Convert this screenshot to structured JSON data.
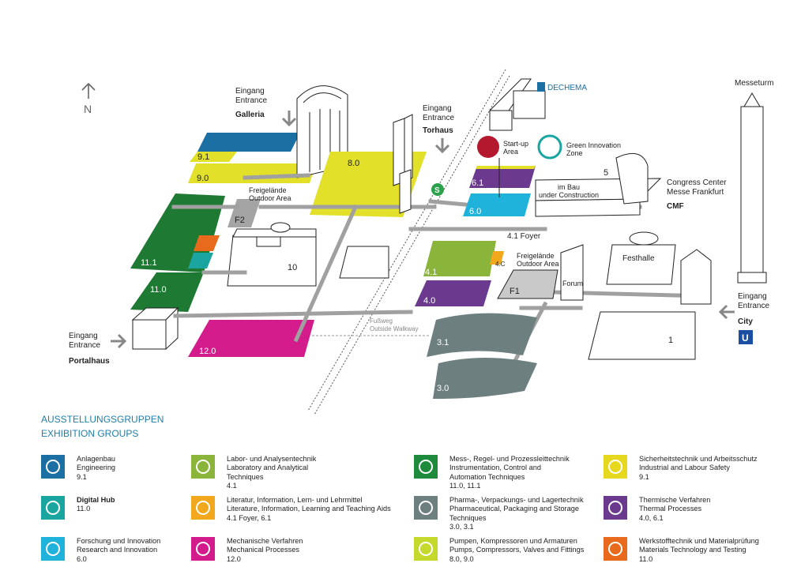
{
  "compass": {
    "label": "N"
  },
  "entrances": {
    "galleria": {
      "line1": "Eingang",
      "line2": "Entrance",
      "name": "Galleria"
    },
    "torhaus": {
      "line1": "Eingang",
      "line2": "Entrance",
      "name": "Torhaus"
    },
    "portalhaus": {
      "line1": "Eingang",
      "line2": "Entrance",
      "name": "Portalhaus"
    },
    "city": {
      "line1": "Eingang",
      "line2": "Entrance",
      "name": "City"
    }
  },
  "landmarks": {
    "messeturm": "Messeturm",
    "dechema": "DECHEMA",
    "congress_line1": "Congress Center",
    "congress_line2": "Messe Frankfurt",
    "cmf": "CMF",
    "festhalle": "Festhalle",
    "forum": "Forum",
    "startup_line1": "Start-up",
    "startup_line2": "Area",
    "green_line1": "Green Innovation",
    "green_line2": "Zone",
    "construction_line1": "im Bau",
    "construction_line2": "under Construction",
    "outdoor1_line1": "Freigelände",
    "outdoor1_line2": "Outdoor Area",
    "outdoor2_line1": "Freigelände",
    "outdoor2_line2": "Outdoor Area",
    "walkway_line1": "Fußweg",
    "walkway_line2": "Outside Walkway",
    "foyer": "4.1 Foyer",
    "fc": "4.C",
    "s_bahn": "S",
    "u_bahn": "U"
  },
  "halls": {
    "h9_1": "9.1",
    "h9_0": "9.0",
    "h8_0": "8.0",
    "h11_1": "11.1",
    "h11_0": "11.0",
    "h12_0": "12.0",
    "h10": "10",
    "f2": "F2",
    "f1": "F1",
    "h6_1": "6.1",
    "h6_0": "6.0",
    "h5": "5",
    "h4_1": "4.1",
    "h4_0": "4.0",
    "h3_1": "3.1",
    "h3_0": "3.0",
    "h1": "1"
  },
  "legend": {
    "title1": "AUSSTELLUNGSGRUPPEN",
    "title2": "EXHIBITION GROUPS",
    "items": [
      {
        "color": "#1b6fa3",
        "icon": "network-icon",
        "lines": [
          "Anlagenbau",
          "Engineering",
          "9.1"
        ]
      },
      {
        "color": "#8ab43a",
        "icon": "lab-flask-icon",
        "lines": [
          "Labor- und Analysentechnik",
          "Laboratory and Analytical",
          "Techniques",
          "4.1"
        ]
      },
      {
        "color": "#1e8a3c",
        "icon": "gauge-arrow-icon",
        "lines": [
          "Mess-, Regel- und Prozessleittechnik",
          "Instrumentation, Control and",
          "Automation Techniques",
          "11.0, 11.1"
        ]
      },
      {
        "color": "#e6d81e",
        "icon": "safety-barrier-icon",
        "lines": [
          "Sicherheitstechnik und Arbeitsschutz",
          "Industrial and Labour Safety",
          "9.1"
        ]
      },
      {
        "color": "#1aa5a0",
        "icon": "digital-hub-icon",
        "lines": [
          "Digital Hub",
          "11.0"
        ]
      },
      {
        "color": "#f2a81d",
        "icon": "book-icon",
        "lines": [
          "Literatur, Information, Lern- und Lehrmittel",
          "Literature, Information, Learning and Teaching Aids",
          "4.1 Foyer, 6.1"
        ]
      },
      {
        "color": "#6e7f80",
        "icon": "package-icon",
        "lines": [
          "Pharma-, Verpackungs- und Lagertechnik",
          "Pharmaceutical, Packaging and Storage",
          "Techniques",
          "3.0, 3.1"
        ]
      },
      {
        "color": "#6b3a8e",
        "icon": "thermal-wave-icon",
        "lines": [
          "Thermische Verfahren",
          "Thermal Processes",
          "4.0, 6.1"
        ]
      },
      {
        "color": "#1fb3dc",
        "icon": "research-head-icon",
        "lines": [
          "Forschung und Innovation",
          "Research and Innovation",
          "6.0"
        ]
      },
      {
        "color": "#d31b8c",
        "icon": "mechanical-process-icon",
        "lines": [
          "Mechanische Verfahren",
          "Mechanical Processes",
          "12.0"
        ]
      },
      {
        "color": "#c5d92d",
        "icon": "pump-icon",
        "lines": [
          "Pumpen, Kompressoren und Armaturen",
          "Pumps, Compressors, Valves and Fittings",
          "8.0, 9.0"
        ]
      },
      {
        "color": "#e86a1c",
        "icon": "material-test-icon",
        "lines": [
          "Werkstofftechnik und Materialprüfung",
          "Materials Technology and Testing",
          "11.0"
        ]
      }
    ]
  },
  "colors": {
    "blue": "#1b6fa3",
    "yellow": "#e3e02a",
    "green_dark": "#1e7a32",
    "magenta": "#d31b8c",
    "purple": "#6b3a8e",
    "cyan": "#1fb3dc",
    "lime": "#8ab43a",
    "grey_hall": "#6e7f80",
    "orange": "#e86a1c",
    "teal": "#1aa5a0",
    "walkway": "#a0a0a0"
  }
}
